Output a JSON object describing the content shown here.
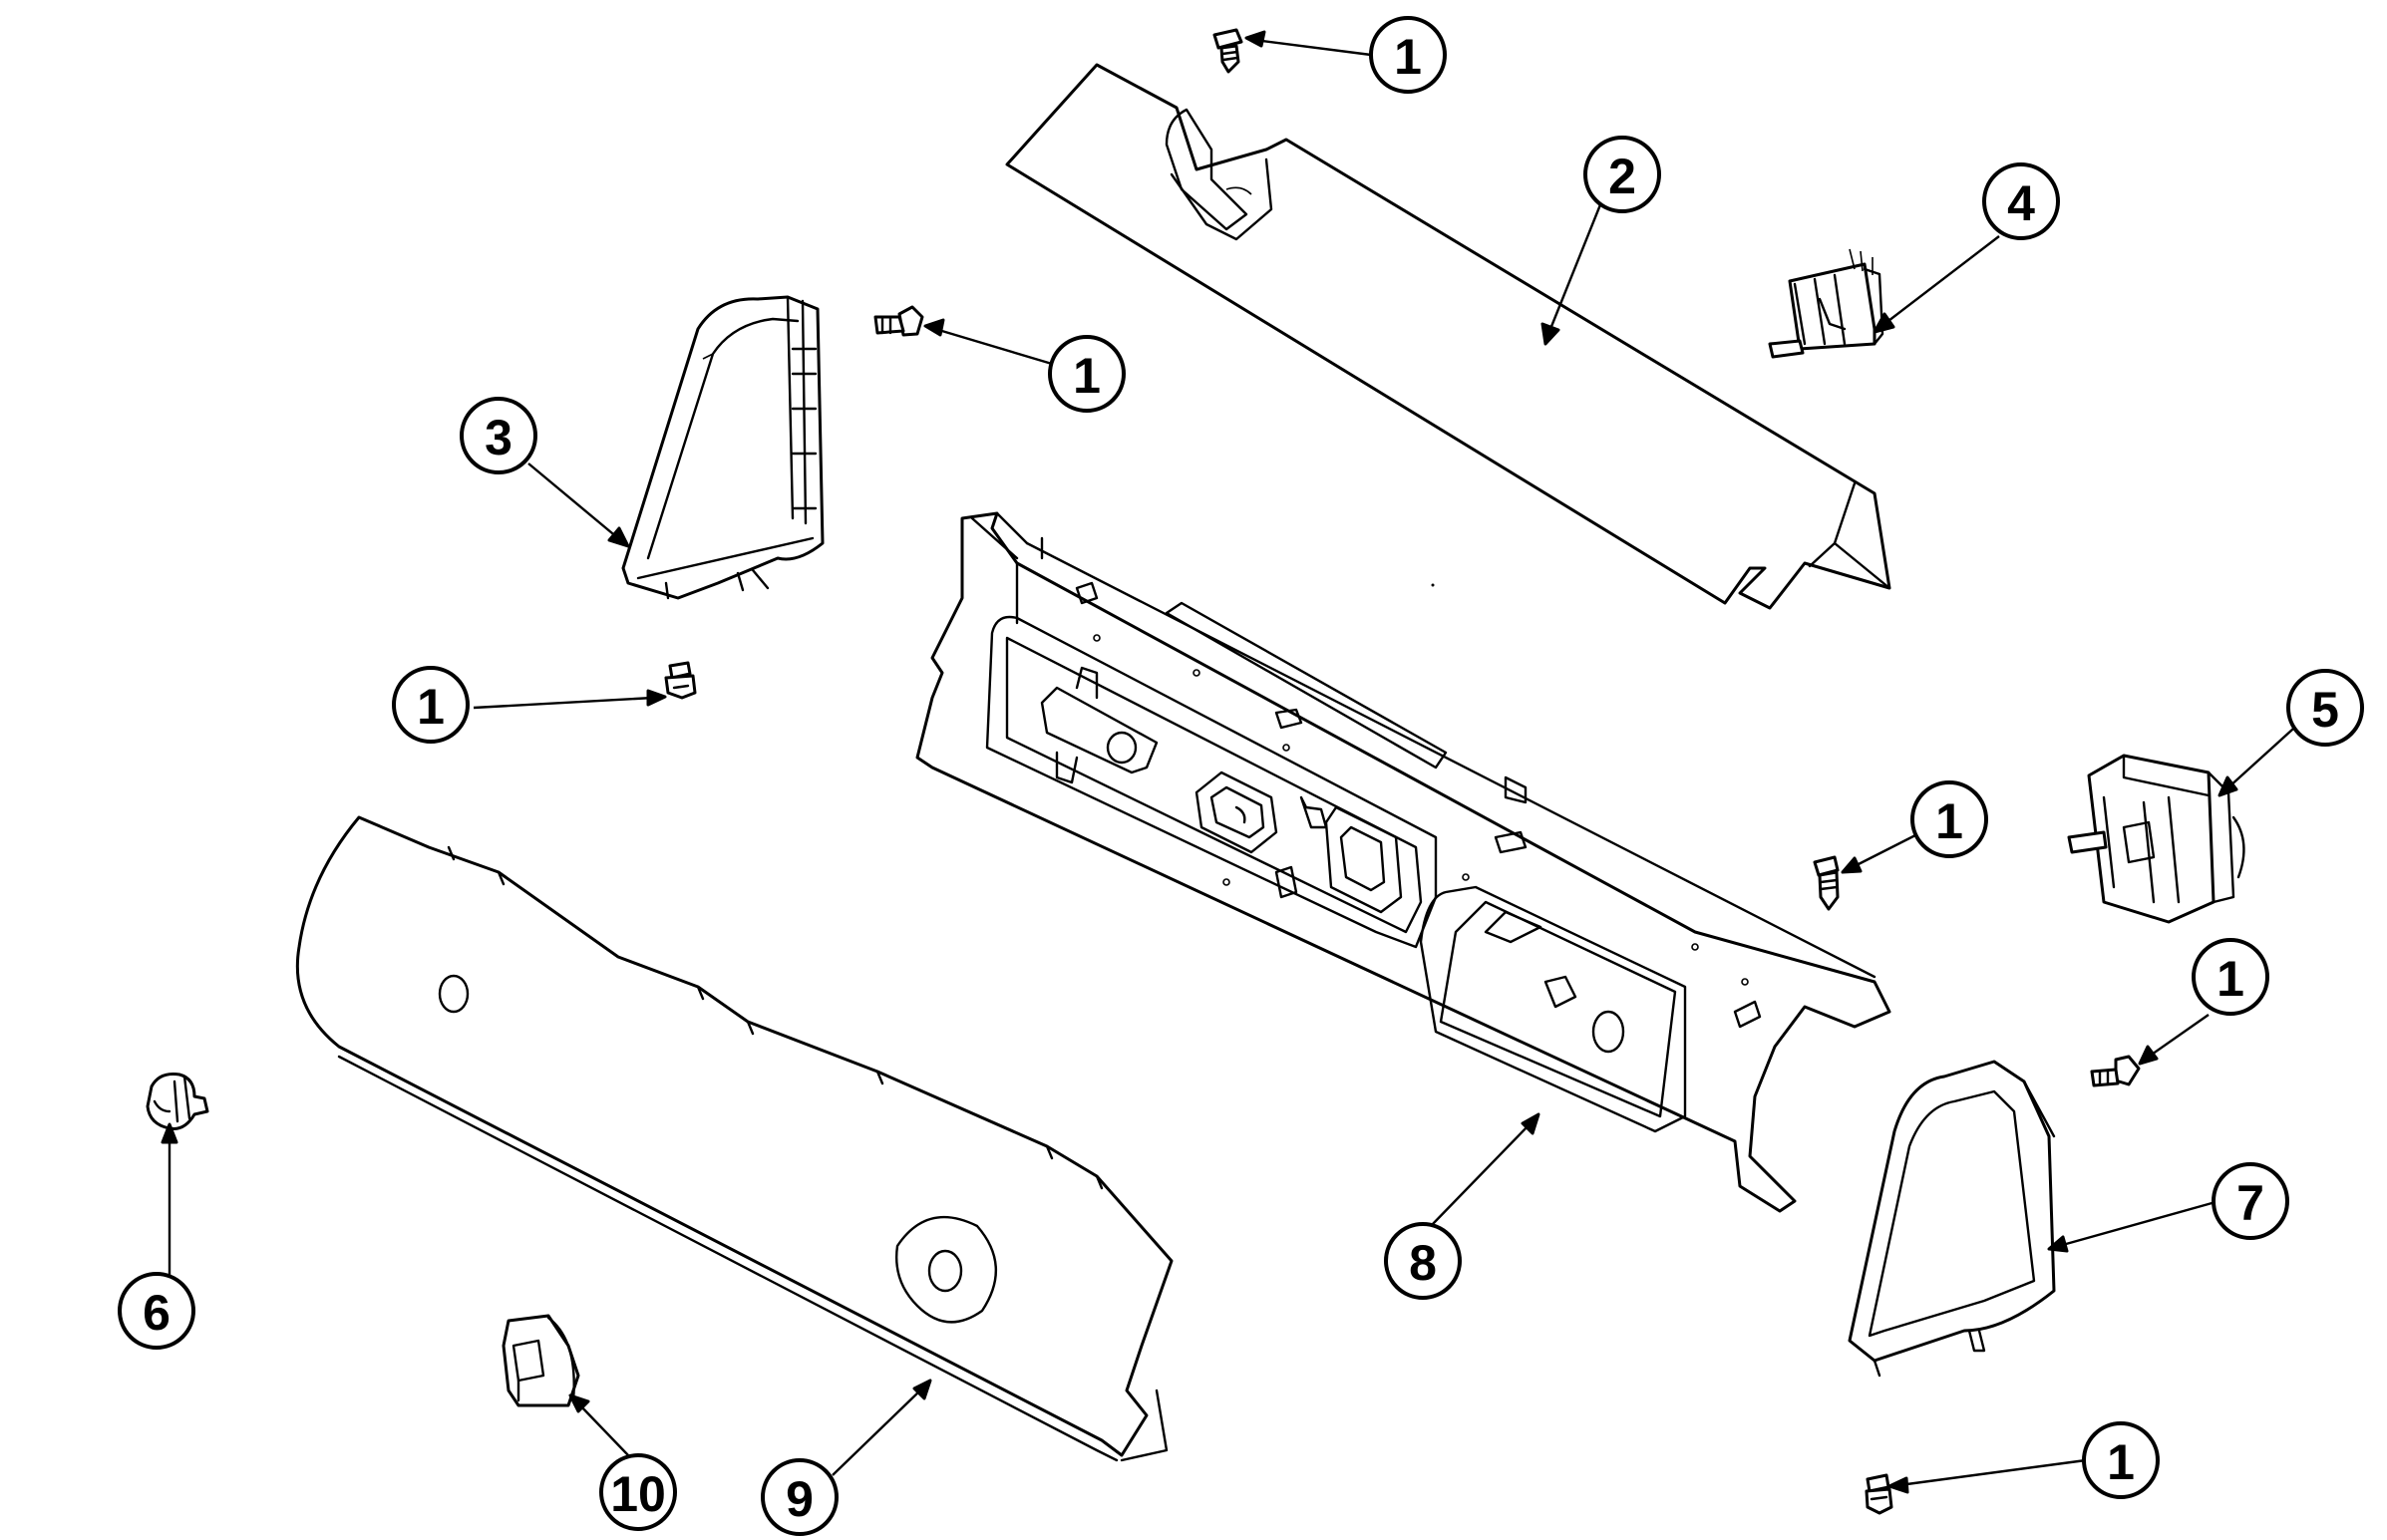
{
  "diagram": {
    "callouts": [
      {
        "label": "1",
        "part": "screw-top"
      },
      {
        "label": "2",
        "part": "console-top-cover"
      },
      {
        "label": "4",
        "part": "switch-top-right"
      },
      {
        "label": "1",
        "part": "screw-upper-left"
      },
      {
        "label": "3",
        "part": "left-end-cap"
      },
      {
        "label": "1",
        "part": "screw-left"
      },
      {
        "label": "5",
        "part": "timer-switch-right"
      },
      {
        "label": "1",
        "part": "screw-middle-right"
      },
      {
        "label": "1",
        "part": "screw-right"
      },
      {
        "label": "7",
        "part": "right-end-cap"
      },
      {
        "label": "6",
        "part": "knob-left"
      },
      {
        "label": "8",
        "part": "control-panel-frame"
      },
      {
        "label": "10",
        "part": "knob-bottom"
      },
      {
        "label": "9",
        "part": "front-console-panel"
      },
      {
        "label": "1",
        "part": "screw-bottom-right"
      }
    ]
  }
}
